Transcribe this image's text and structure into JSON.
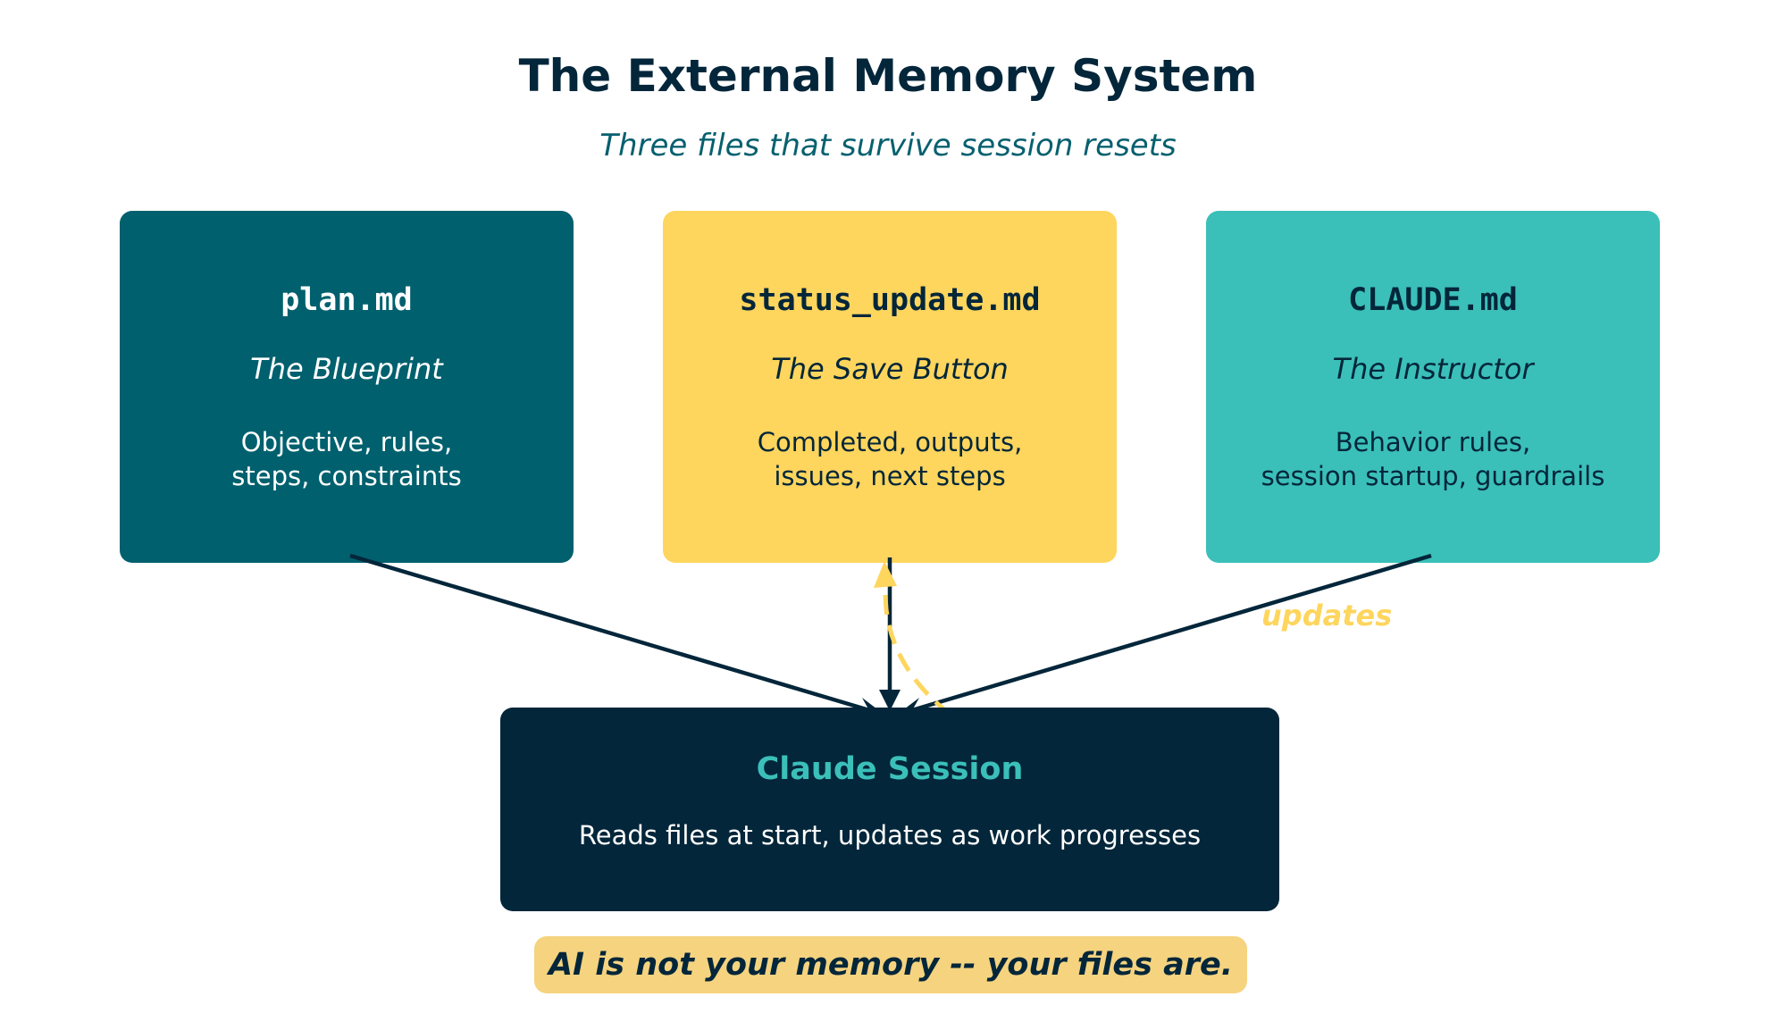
{
  "title": "The External Memory System",
  "subtitle": "Three files that survive session resets",
  "cards": [
    {
      "filename": "plan.md",
      "role": "The Blueprint",
      "description_lines": [
        "Objective, rules,",
        "steps, constraints"
      ],
      "color": "#00606e"
    },
    {
      "filename": "status_update.md",
      "role": "The Save Button",
      "description_lines": [
        "Completed, outputs,",
        "issues, next steps"
      ],
      "color": "#fed55d"
    },
    {
      "filename": "CLAUDE.md",
      "role": "The Instructor",
      "description_lines": [
        "Behavior rules,",
        "session startup, guardrails"
      ],
      "color": "#3bbfb9"
    }
  ],
  "session": {
    "title": "Claude Session",
    "description": "Reads files at start, updates as work progresses",
    "color": "#03263a"
  },
  "edge_label": "updates",
  "tagline": "AI is not your memory -- your files are.",
  "colors": {
    "dark_navy": "#03263a",
    "teal_dark": "#00606e",
    "yellow": "#fed55d",
    "teal_light": "#3bbfb9",
    "tagline_bg": "#f5d37f"
  }
}
